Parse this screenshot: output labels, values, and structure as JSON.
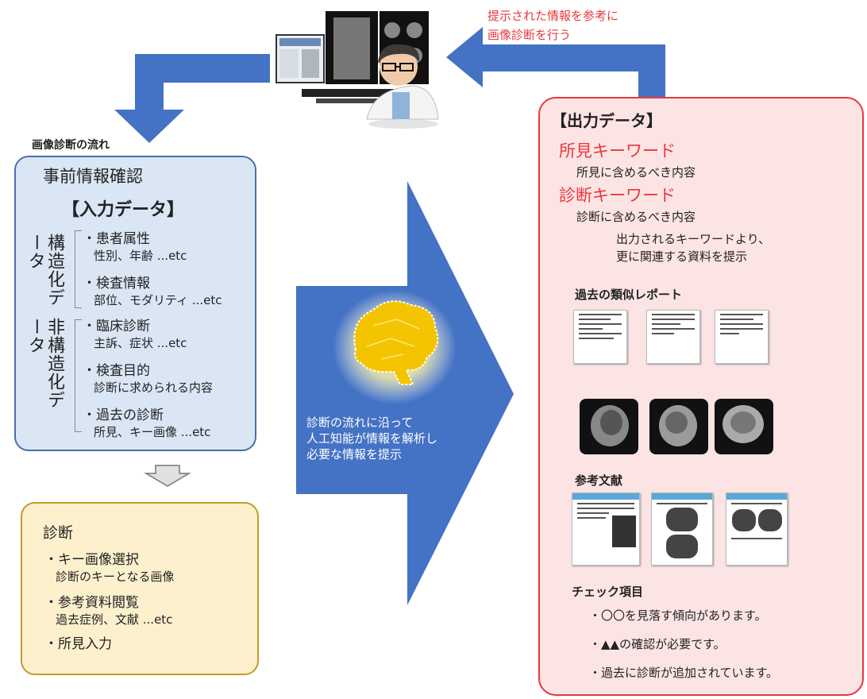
{
  "top_note": {
    "line1": "提示された情報を参考に",
    "line2": "画像診断を行う"
  },
  "flow_label": "画像診断の流れ",
  "input_box": {
    "title": "事前情報確認",
    "subtitle": "【入力データ】",
    "structured_label": "構造化データ",
    "unstructured_label": "非構造化データ",
    "items": [
      {
        "heading": "・患者属性",
        "detail": "性別、年齢 ...etc"
      },
      {
        "heading": "・検査情報",
        "detail": "部位、モダリティ ...etc"
      },
      {
        "heading": "・臨床診断",
        "detail": "主訴、症状 ...etc"
      },
      {
        "heading": "・検査目的",
        "detail": "診断に求められる内容"
      },
      {
        "heading": "・過去の診断",
        "detail": "所見、キー画像 ...etc"
      }
    ]
  },
  "diagnosis_box": {
    "title": "診断",
    "items": [
      {
        "heading": "・キー画像選択",
        "detail": "診断のキーとなる画像"
      },
      {
        "heading": "・参考資料閲覧",
        "detail": "過去症例、文献 ...etc"
      },
      {
        "heading": "・所見入力",
        "detail": ""
      }
    ]
  },
  "center_text": {
    "line1": "診断の流れに沿って",
    "line2": "人工知能が情報を解析し",
    "line3": "必要な情報を提示"
  },
  "output_box": {
    "title": "【出力データ】",
    "finding_keyword": "所見キーワード",
    "finding_desc": "所見に含めるべき内容",
    "diagnosis_keyword": "診断キーワード",
    "diagnosis_desc": "診断に含めるべき内容",
    "present_line1": "出力されるキーワードより、",
    "present_line2": "更に関連する資料を提示",
    "similar_reports": "過去の類似レポート",
    "references": "参考文献",
    "check_items_title": "チェック項目",
    "check_items": [
      "・〇〇を見落す傾向があります。",
      "・▲▲の確認が必要です。",
      "・過去に診断が追加されています。"
    ]
  },
  "colors": {
    "arrow_blue": "#4472c4",
    "accent_red": "#e8383d",
    "input_fill": "#dbe6f5",
    "diag_fill": "#fcf0cd",
    "output_fill": "#fde4e4",
    "brain_yellow": "#f5c400"
  }
}
